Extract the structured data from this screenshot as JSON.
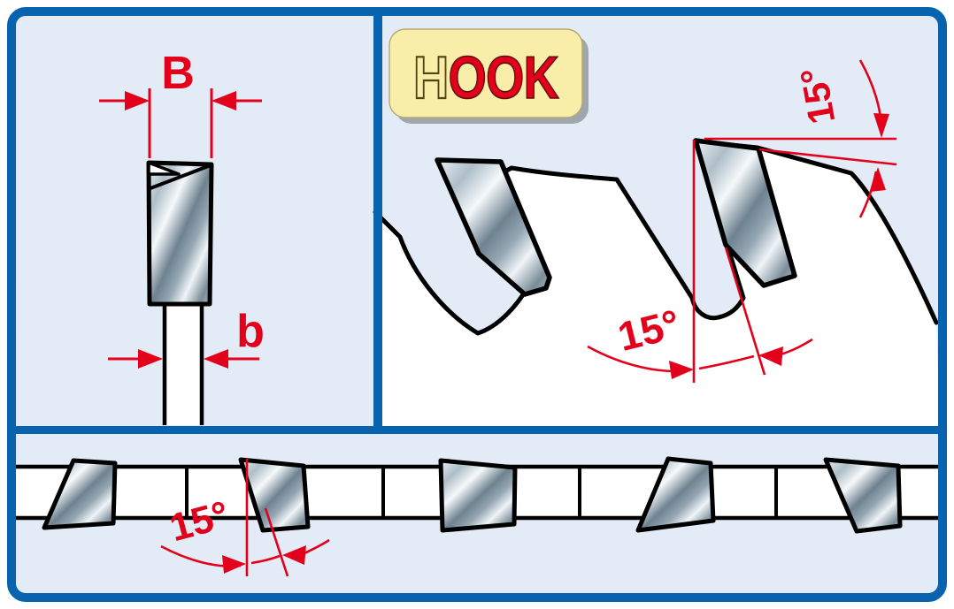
{
  "title": "Saw blade tooth geometry diagram",
  "colors": {
    "accent_red": "#e2001a",
    "frame_blue": "#0763ae",
    "panel_bg": "#e3ecf6",
    "blade_white": "#ffffff",
    "outline_black": "#000000",
    "badge_bg": "#f8eda9",
    "badge_outline": "#55430f",
    "badge_shadow": "#8f959c",
    "steel_light": "#f2f6f8",
    "steel_dark": "#708290"
  },
  "panels": {
    "front_view": {
      "name": "Tooth front view with kerf and plate width",
      "kerf_width_label": "B",
      "plate_thickness_label": "b"
    },
    "hook_view": {
      "name": "Blade side profile with hook angle",
      "badge_text": "HOOK",
      "badge_outline_part": "H",
      "badge_solid_part": "OOK",
      "top_clearance_angle": "15°",
      "hook_angle": "15°"
    },
    "top_view": {
      "name": "Blade top view with alternate bevel teeth",
      "bevel_angle": "15°",
      "teeth_count": 5
    }
  }
}
